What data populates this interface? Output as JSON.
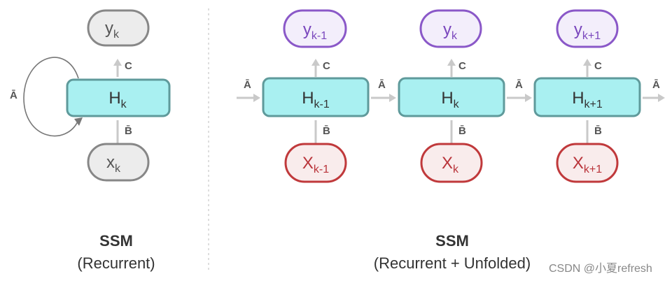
{
  "left": {
    "output": {
      "main": "y",
      "sub": "k"
    },
    "state": {
      "main": "H",
      "sub": "k"
    },
    "input": {
      "main": "x",
      "sub": "k"
    },
    "matrix_a": "Ā",
    "matrix_b": "B̄",
    "matrix_c": "C",
    "title": "SSM",
    "subtitle": "(Recurrent)"
  },
  "right": {
    "matrix_a": "Ā",
    "matrix_b": "B̄",
    "matrix_c": "C",
    "steps": [
      {
        "output": {
          "main": "y",
          "sub": "k-1"
        },
        "state": {
          "main": "H",
          "sub": "k-1"
        },
        "input": {
          "main": "X",
          "sub": "k-1"
        }
      },
      {
        "output": {
          "main": "y",
          "sub": "k"
        },
        "state": {
          "main": "H",
          "sub": "k"
        },
        "input": {
          "main": "X",
          "sub": "k"
        }
      },
      {
        "output": {
          "main": "y",
          "sub": "k+1"
        },
        "state": {
          "main": "H",
          "sub": "k+1"
        },
        "input": {
          "main": "X",
          "sub": "k+1"
        }
      }
    ],
    "title": "SSM",
    "subtitle": "(Recurrent + Unfolded)"
  },
  "watermark": "CSDN @小夏refresh",
  "colors": {
    "state_fill": "#a9f0f1",
    "state_stroke": "#5f9a9b",
    "output_stroke": "#8a58c8",
    "input_stroke": "#c0393b",
    "left_node_stroke": "#878787"
  }
}
